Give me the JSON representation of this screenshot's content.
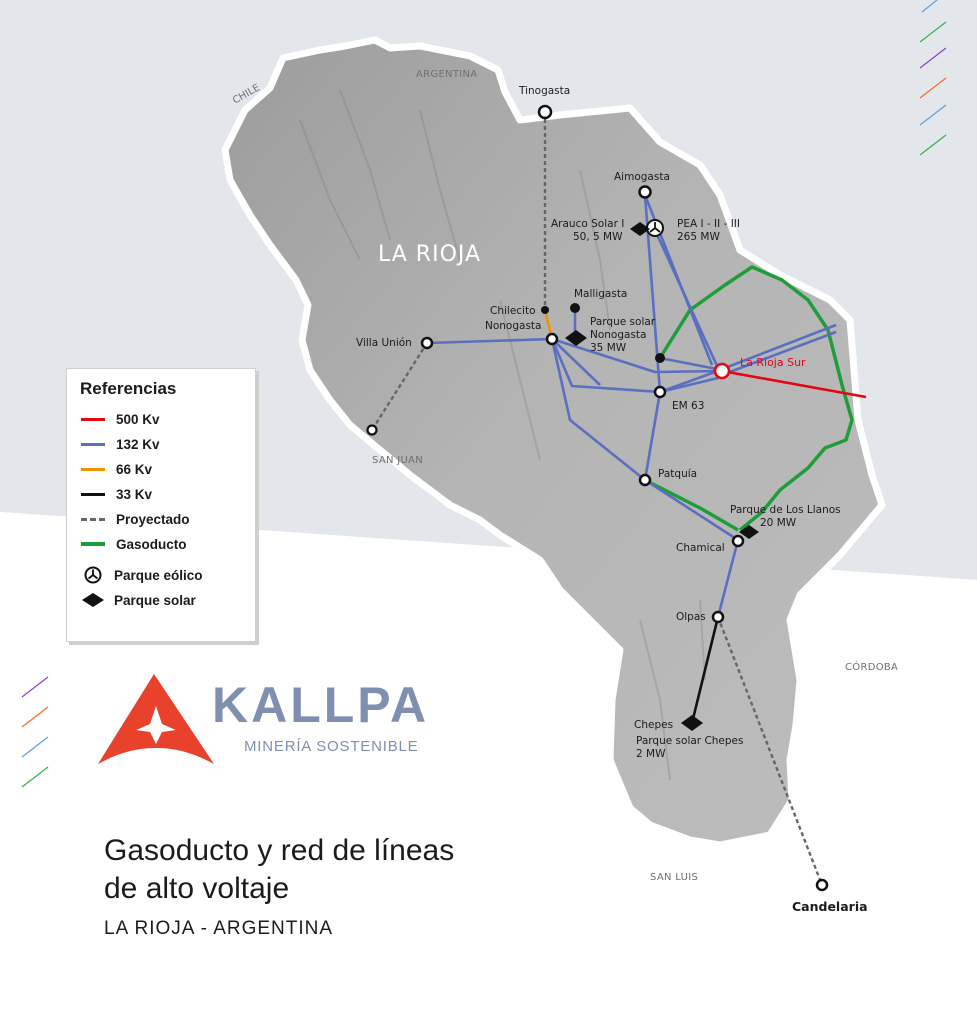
{
  "neighbors": {
    "chile": "CHILE",
    "argentina": "ARGENTINA",
    "san_juan": "SAN JUAN",
    "cordoba": "CÓRDOBA",
    "san_luis": "SAN LUIS"
  },
  "province_label": "LA RIOJA",
  "places": {
    "tinogasta": "Tinogasta",
    "aimogasta": "Aimogasta",
    "arauco_solar_1": "Arauco Solar I",
    "arauco_solar_2": "50, 5 MW",
    "pea_1": "PEA I - II - III",
    "pea_2": "265 MW",
    "chilecito": "Chilecito",
    "malligasta": "Malligasta",
    "nonogasta": "Nonogasta",
    "parque_solar_nonogasta_1": "Parque solar",
    "parque_solar_nonogasta_2": "Nonogasta",
    "parque_solar_nonogasta_3": "35 MW",
    "villa_union": "Villa Unión",
    "la_rioja_sur": "La Rioja Sur",
    "em63": "EM 63",
    "patquia": "Patquía",
    "parque_llanos_1": "Parque de Los Llanos",
    "parque_llanos_2": "20 MW",
    "chamical": "Chamical",
    "olpas": "Olpas",
    "chepes": "Chepes",
    "parque_chepes_1": "Parque solar Chepes",
    "parque_chepes_2": "2 MW",
    "candelaria": "Candelaria"
  },
  "legend": {
    "title": "Referencias",
    "items": [
      {
        "label": "500 Kv",
        "color": "#e30613",
        "style": "solid"
      },
      {
        "label": "132 Kv",
        "color": "#5b6fc0",
        "style": "solid"
      },
      {
        "label": "66 Kv",
        "color": "#f39200",
        "style": "solid"
      },
      {
        "label": "33 Kv",
        "color": "#111111",
        "style": "solid"
      },
      {
        "label": "Proyectado",
        "color": "#666666",
        "style": "dashed"
      },
      {
        "label": "Gasoducto",
        "color": "#1f9d3a",
        "style": "solid"
      },
      {
        "label": "Parque eólico",
        "icon": "wind-farm-icon"
      },
      {
        "label": "Parque solar",
        "icon": "solar-park-icon"
      }
    ]
  },
  "logo": {
    "name": "KALLPA",
    "tagline": "MINERÍA SOSTENIBLE",
    "colors": {
      "mark": "#e8412c",
      "text": "#7f8fb0"
    }
  },
  "title": {
    "line1": "Gasoducto y red de líneas",
    "line2": "de alto voltaje",
    "subtitle": "LA RIOJA - ARGENTINA"
  },
  "colors": {
    "line_500kv": "#e30613",
    "line_132kv": "#5b6fc0",
    "line_66kv": "#f39200",
    "line_33kv": "#111111",
    "projected": "#666666",
    "gas_pipeline": "#1f9d3a"
  }
}
